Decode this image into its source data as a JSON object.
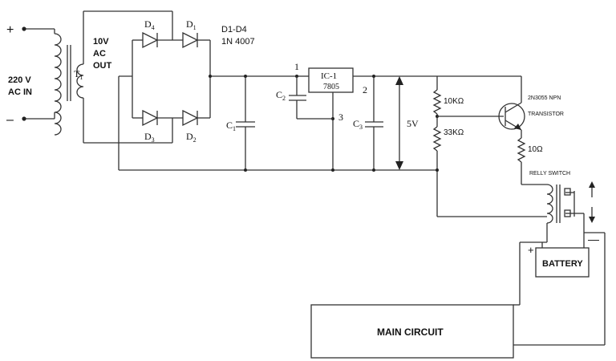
{
  "labels": {
    "plus": "+",
    "minus": "–",
    "ac_in_1": "220 V",
    "ac_in_2": "AC IN",
    "t1": "T",
    "t1_sub": "1",
    "out_1": "10V",
    "out_2": "AC",
    "out_3": "OUT",
    "d4": "D",
    "d4_sub": "4",
    "d1": "D",
    "d1_sub": "1",
    "d3": "D",
    "d3_sub": "3",
    "d2": "D",
    "d2_sub": "2",
    "diode_part_1": "D1-D4",
    "diode_part_2": "1N 4007",
    "c1": "C",
    "c1_sub": "1",
    "c2": "C",
    "c2_sub": "2",
    "c3": "C",
    "c3_sub": "3",
    "ic_1": "IC-1",
    "ic_2": "7805",
    "pin1": "1",
    "pin2": "2",
    "pin3": "3",
    "v5": "5V",
    "r10k": "10KΩ",
    "r33k": "33KΩ",
    "r10": "10Ω",
    "transistor_1": "2N3055 NPN",
    "transistor_2": "TRANSISTOR",
    "relay": "RELLY SWITCH",
    "batt_plus": "+",
    "batt_minus": "—",
    "battery": "BATTERY",
    "main_circuit": "MAIN CIRCUIT"
  },
  "colors": {
    "wire": "#333333",
    "text": "#111111"
  }
}
